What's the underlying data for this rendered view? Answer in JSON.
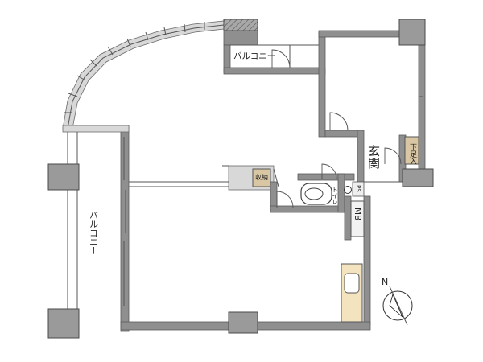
{
  "labels": {
    "balcony_top": "バルコニー",
    "balcony_left": "バルコニー",
    "storage": "収納",
    "entrance": "玄関",
    "shoe_box": "下足入",
    "toilet": "トイレ",
    "meter_box": "MB",
    "pipe_space": "PS",
    "compass_north": "N"
  },
  "colors": {
    "wall": "#8f8f8f",
    "storage_fill": "#d9c7a3",
    "shoe_box_fill": "#d9c7a3",
    "kitchen_fill": "#f3e3bf"
  }
}
